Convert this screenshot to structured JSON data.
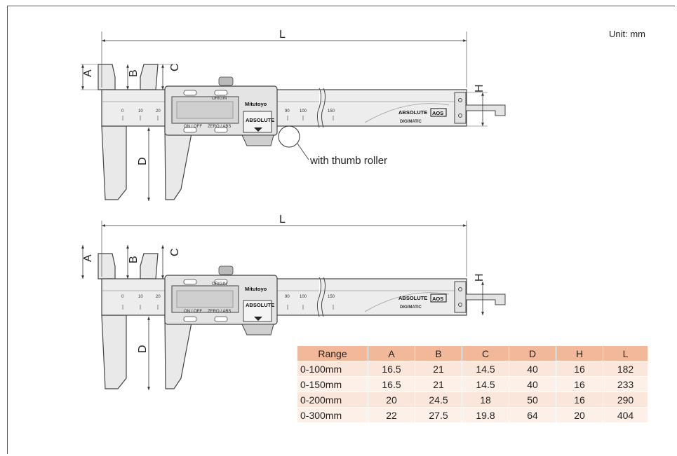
{
  "unit_label": "Unit: mm",
  "callout": "with thumb roller",
  "dimension_labels": {
    "A": "A",
    "B": "B",
    "C": "C",
    "D": "D",
    "H": "H",
    "L": "L"
  },
  "caliper": {
    "brand": "Mitutoyo",
    "model": "ABSOLUTE",
    "badge": "AOS",
    "series": "DIGIMATIC",
    "buttons": [
      "ON / OFF",
      "ZERO / ABS"
    ],
    "origin": "ORIGIN",
    "scale_top": [
      "0",
      "10",
      "20"
    ],
    "scale_beam": [
      "90",
      "100",
      "150"
    ]
  },
  "table": {
    "headers": [
      "Range",
      "A",
      "B",
      "C",
      "D",
      "H",
      "L"
    ],
    "rows": [
      [
        "0-100mm",
        "16.5",
        "21",
        "14.5",
        "40",
        "16",
        "182"
      ],
      [
        "0-150mm",
        "16.5",
        "21",
        "14.5",
        "40",
        "16",
        "233"
      ],
      [
        "0-200mm",
        "20",
        "24.5",
        "18",
        "50",
        "16",
        "290"
      ],
      [
        "0-300mm",
        "22",
        "27.5",
        "19.8",
        "64",
        "20",
        "404"
      ]
    ]
  },
  "colors": {
    "header_bg": "#f2b89a",
    "row_bg": "#fbe6db"
  }
}
